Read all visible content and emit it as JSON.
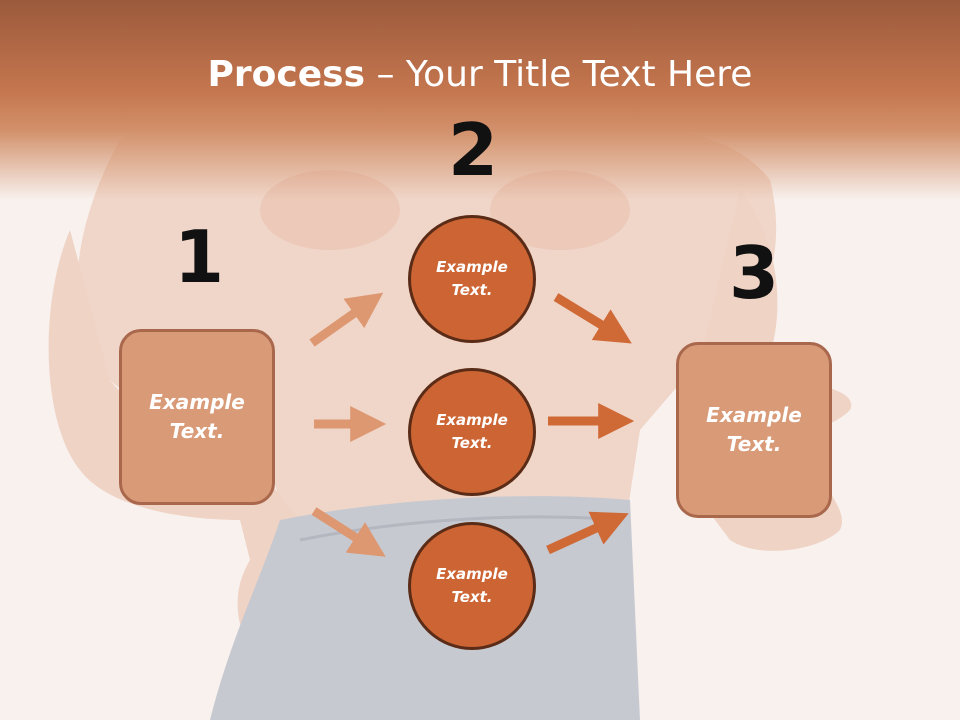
{
  "title": {
    "bold": "Process",
    "rest": " – Your Title Text Here"
  },
  "steps": [
    "1",
    "2",
    "3"
  ],
  "left_box": "Example\nText.",
  "circles": [
    "Example\nText.",
    "Example\nText.",
    "Example\nText."
  ],
  "right_box": "Example\nText.",
  "colors": {
    "header": "#c4764e",
    "box_fill": "#d99a78",
    "circle_fill": "#cc6433",
    "arrow_light": "#dd9872",
    "arrow_dark": "#cf6a37"
  }
}
